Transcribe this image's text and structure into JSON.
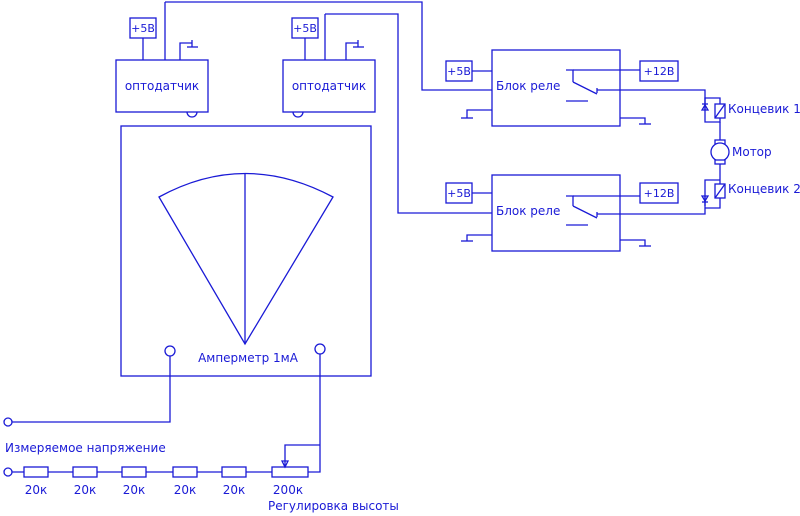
{
  "optosensor_left": {
    "label": "оптодатчик",
    "supply": "+5В"
  },
  "optosensor_right": {
    "label": "оптодатчик",
    "supply": "+5В"
  },
  "relay_top": {
    "label": "Блок реле",
    "supply_in": "+5В",
    "supply_out": "+12В"
  },
  "relay_bottom": {
    "label": "Блок реле",
    "supply_in": "+5В",
    "supply_out": "+12В"
  },
  "limit_switch_1": "Концевик 1",
  "limit_switch_2": "Концевик 2",
  "motor": "Мотор",
  "ammeter": "Амперметр 1мА",
  "measured_voltage": "Измеряемое напряжение",
  "resistors": [
    "20к",
    "20к",
    "20к",
    "20к",
    "20к",
    "200к"
  ],
  "height_adjust": "Регулировка высоты",
  "colors": {
    "ink": "#1a1ad6",
    "background": "#ffffff"
  }
}
